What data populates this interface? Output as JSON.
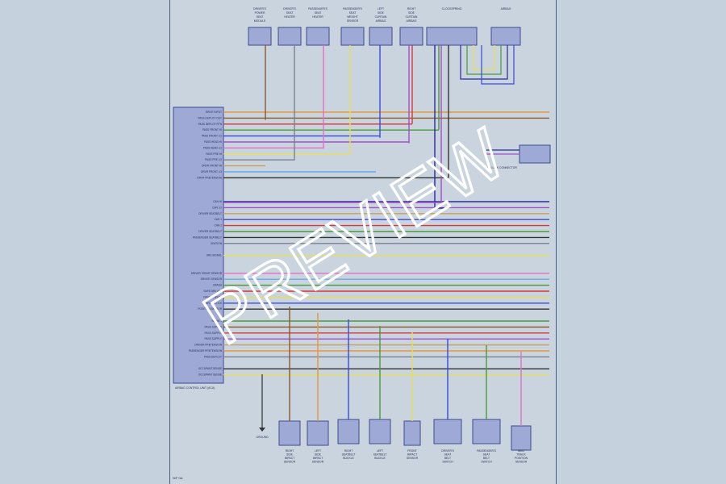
{
  "diagram": {
    "top_modules": [
      {
        "label": "DRIVER'S POWER SEAT MODULE"
      },
      {
        "label": "DRIVER'S SEAT HEATER"
      },
      {
        "label": "PASSENGER'S SEAT HEATER"
      },
      {
        "label": "PASSENGER'S SEAT WEIGHT SENSOR"
      },
      {
        "label": "LEFT SIDE CURTAIN AIRBAG"
      },
      {
        "label": "RIGHT SIDE CURTAIN AIRBAG"
      },
      {
        "label": "CLOCKSPRING"
      },
      {
        "label": "AIRBAG"
      }
    ],
    "main_module": {
      "label": "AIRBAG CONTROL UNIT (ACU)",
      "pins": [
        "DRIVE INPUT",
        "PASS DEPLOY OUT",
        "PASS DEPLOY RTN",
        "PASS FRONT HI",
        "PASS FRONT LO",
        "PASS HEAD HI",
        "PASS HEAD LO",
        "PASS PRE HI",
        "PASS PRE LO",
        "DRVR FRONT HI",
        "DRVR FRONT LO",
        "DRVR PRETENSION",
        "",
        "",
        "",
        "CAN HI",
        "CAN LO",
        "DRIVER SEATBELT",
        "CAN 1",
        "CAN 2",
        "DRIVER SEATBELT",
        "PASSENGER SEATBELT",
        "IGNITION",
        "",
        "SRS SIGNAL",
        "",
        "",
        "DRIVER FRONT SENSOR",
        "DRIVER SENSOR",
        "CRASH",
        "SAFE DRV ADJ",
        "PASS SENSOR",
        "IMPACT LOCK",
        "POSITION SENSOR",
        "",
        "SQUIB 1",
        "PASS SUPPLY",
        "PASS SUPPLY",
        "PASS SUPPLY",
        "DRIVER PRETENSION",
        "PASSENGER PRETENSION",
        "PASS DEPLOY",
        "",
        "OCCUPANT SENSE",
        "OCCUPANT SENSE"
      ]
    },
    "right_module": {
      "label": "DATA LINK CONNECTOR"
    },
    "bottom_modules": [
      {
        "label": "RIGHT SIDE IMPACT SENSOR"
      },
      {
        "label": "LEFT SIDE IMPACT SENSOR"
      },
      {
        "label": "RIGHT SEATBELT BUCKLE"
      },
      {
        "label": "LEFT SEATBELT BUCKLE"
      },
      {
        "label": "FRONT IMPACT SENSOR"
      },
      {
        "label": "DRIVER'S SEAT BELT SWITCH"
      },
      {
        "label": "PASSENGER'S SEAT BELT SWITCH"
      },
      {
        "label": "SEAT TRACK POSITION SENSOR"
      }
    ],
    "ground_label": "GROUND",
    "footer_code": "N/F 0A",
    "colors": {
      "orange": "#e8963a",
      "brown": "#8a5a2a",
      "red": "#d43a3a",
      "green": "#4a9a3a",
      "blue": "#3a4ad8",
      "violet": "#a050c8",
      "pink": "#e070c8",
      "yellow": "#e8e050",
      "gray": "#7a8090",
      "black": "#333333",
      "tan": "#c8a060",
      "lightblue": "#6aa8e8",
      "darkblue": "#2a2aa0",
      "white": "#f2f2f2"
    }
  },
  "watermark": "PREVIEW"
}
